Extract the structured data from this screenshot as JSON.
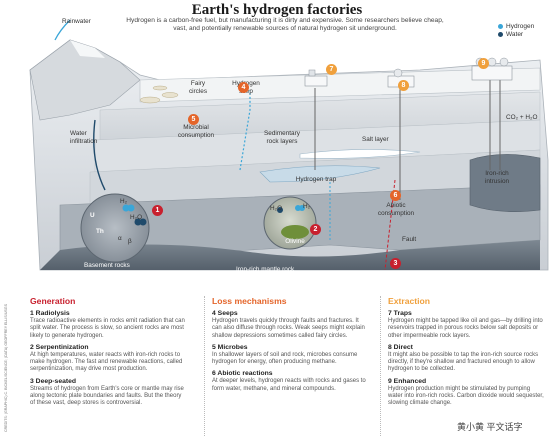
{
  "header": {
    "title": "Earth's hydrogen factories",
    "subtitle": "Hydrogen is a carbon-free fuel, but manufacturing it is dirty and expensive. Some researchers believe cheap, vast, and potentially renewable sources of natural hydrogen sit underground."
  },
  "legend": [
    {
      "label": "Hydrogen",
      "color": "#3aa6d8"
    },
    {
      "label": "Water",
      "color": "#1f4a6b"
    }
  ],
  "colors": {
    "generation": "#c8202e",
    "loss": "#e4652a",
    "extraction": "#f0a03c"
  },
  "labels": {
    "rainwater": "Rainwater",
    "fairy_circles": "Fairy\ncircles",
    "hydrogen_seep": "Hydrogen\nseep",
    "microbial_consumption": "Microbial\nconsumption",
    "water_infiltration": "Water\ninfiltration",
    "sedimentary": "Sedimentary\nrock layers",
    "salt_layer": "Salt layer",
    "hydrogen_trap": "Hydrogen trap",
    "abiotic_consumption": "Abiotic\nconsumption",
    "iron_rich_intrusion": "Iron-rich\nintrusion",
    "co2": "CO₂ + H₂O",
    "fault": "Fault",
    "olivine": "Olivine",
    "basement_rocks": "Basement rocks",
    "iron_rich_mantle": "Iron-rich mantle rock",
    "h2o_a": "H₂O",
    "h2o_b": "H₂O",
    "h2_a": "H₂",
    "h2_b": "H₂",
    "u": "U",
    "th": "Th",
    "alpha": "α",
    "beta": "β"
  },
  "markers": [
    "1",
    "2",
    "3",
    "4",
    "5",
    "6",
    "7",
    "8",
    "9"
  ],
  "credit": "CREDITS: (GRAPHIC) C. BICKEL/SCIENCE; (DATA) GEOFFREY ELLIS/USGS",
  "columns": [
    {
      "heading": "Generation",
      "items": [
        {
          "title": "1 Radiolysis",
          "body": "Trace radioactive elements in rocks emit radiation that can split water. The process is slow, so ancient rocks are most likely to generate hydrogen."
        },
        {
          "title": "2 Serpentinization",
          "body": "At high temperatures, water reacts with iron-rich rocks to make hydrogen. The fast and renewable reactions, called serpentinization, may drive most production."
        },
        {
          "title": "3 Deep-seated",
          "body": "Streams of hydrogen from Earth's core or mantle may rise along tectonic plate boundaries and faults. But the theory of these vast, deep stores is controversial."
        }
      ]
    },
    {
      "heading": "Loss mechanisms",
      "items": [
        {
          "title": "4 Seeps",
          "body": "Hydrogen travels quickly through faults and fractures. It can also diffuse through rocks. Weak seeps might explain shallow depressions sometimes called fairy circles."
        },
        {
          "title": "5 Microbes",
          "body": "In shallower layers of soil and rock, microbes consume hydrogen for energy, often producing methane."
        },
        {
          "title": "6 Abiotic reactions",
          "body": "At deeper levels, hydrogen reacts with rocks and gases to form water, methane, and mineral compounds."
        }
      ]
    },
    {
      "heading": "Extraction",
      "items": [
        {
          "title": "7 Traps",
          "body": "Hydrogen might be tapped like oil and gas—by drilling into reservoirs trapped in porous rocks below salt deposits or other impermeable rock layers."
        },
        {
          "title": "8 Direct",
          "body": "It might also be possible to tap the iron-rich source rocks directly, if they're shallow and fractured enough to allow hydrogen to be collected."
        },
        {
          "title": "9 Enhanced",
          "body": "Hydrogen production might be stimulated by pumping water into iron-rich rocks. Carbon dioxide would sequester, slowing climate change."
        }
      ]
    }
  ],
  "watermark": "黄小黄 平文话字"
}
